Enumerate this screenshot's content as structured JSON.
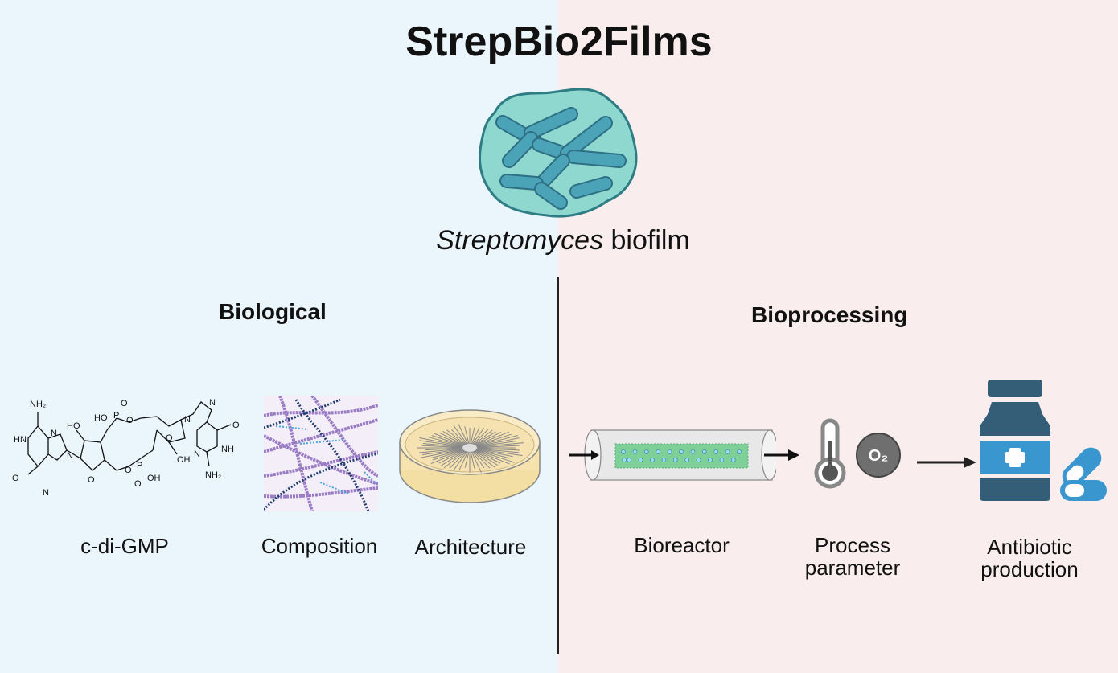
{
  "title": "StrepBio2Films",
  "subtitle": {
    "italic": "Streptomyces",
    "rest": " biofilm"
  },
  "colors": {
    "left_bg": "#eaf5fc",
    "right_bg": "#f9eded",
    "biofilm_fill": "#8fd8cf",
    "cell_fill": "#4ba3b8",
    "bottle_dark": "#345e78",
    "bottle_light": "#3a96cf"
  },
  "sections": {
    "biological": {
      "heading": "Biological",
      "items": [
        {
          "label": "c-di-GMP",
          "icon": "molecule-structure-icon"
        },
        {
          "label": "Composition",
          "icon": "matrix-fibers-icon"
        },
        {
          "label": "Architecture",
          "icon": "petri-dish-icon"
        }
      ]
    },
    "bioprocessing": {
      "heading": "Bioprocessing",
      "items": [
        {
          "label": "Bioreactor",
          "icon": "tubular-bioreactor-icon"
        },
        {
          "label_line1": "Process",
          "label_line2": "parameter",
          "icon": "thermometer-oxygen-icon",
          "o2": "O₂"
        },
        {
          "label_line1": "Antibiotic",
          "label_line2": "production",
          "icon": "medicine-bottle-icon"
        }
      ]
    }
  },
  "molecule_atoms": [
    "NH₂",
    "HN",
    "N",
    "O",
    "N",
    "N",
    "HO",
    "O",
    "HO",
    "P",
    "O",
    "O",
    "O",
    "P",
    "OH",
    "O",
    "OH",
    "N",
    "N",
    "O",
    "NH",
    "N",
    "NH₂",
    "O"
  ]
}
